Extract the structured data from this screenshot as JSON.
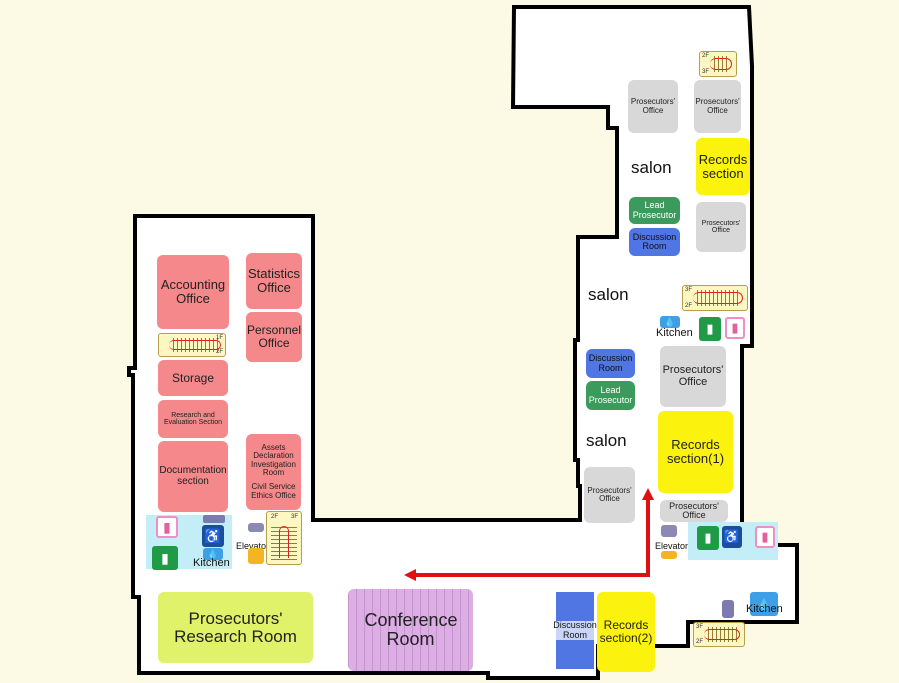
{
  "map": {
    "salon_labels": [
      "salon",
      "salon",
      "salon"
    ],
    "rooms": {
      "accounting": "Accounting Office",
      "statistics": "Statistics Office",
      "personnel": "Personnel Office",
      "storage": "Storage",
      "research_eval": "Research and Evaluation Section",
      "documentation": "Documentation section",
      "assets_decl": "Assets Declaration Investigation Room",
      "civil_service": "Civil Service Ethics Office",
      "pros_research": "Prosecutors' Research Room",
      "conference": "Conference Room",
      "discussion_bottom": "Discussion Room",
      "records_2": "Records section(2)",
      "pros_office_tl": "Prosecutors' Office",
      "pros_office_tr": "Prosecutors' Office",
      "records_top": "Records section",
      "lead_pros_top": "Lead Prosecutor",
      "discussion_top": "Discussion Room",
      "pros_office_right": "Prosecutors' Office",
      "discussion_mid": "Discussion Room",
      "lead_pros_mid": "Lead Prosecutor",
      "pros_office_large": "Prosecutors' Office",
      "records_1": "Records section(1)",
      "pros_office_mid": "Prosecutors' Office",
      "pros_office_small": "Prosecutors' Office"
    },
    "facilities": {
      "kitchen_left": "Kitchen",
      "kitchen_right_upper": "Kitchen",
      "kitchen_right_lower": "Kitchen",
      "elevator_left": "Elevator",
      "elevator_right": "Elevator"
    },
    "stairs": {
      "s1": {
        "a": "1F",
        "b": "2F"
      },
      "s2": {
        "a": "2F",
        "b": "3F"
      },
      "s3": {
        "a": "2F",
        "b": "3F"
      },
      "s4": {
        "a": "3F",
        "b": "2F"
      },
      "s5": {
        "a": "3F",
        "b": "2F"
      }
    },
    "icons": [
      "female-restroom-icon",
      "male-restroom-icon",
      "accessible-restroom-icon",
      "kitchen-water-icon",
      "elevator-icon",
      "route-arrow-icon"
    ],
    "colors": {
      "background": "#fcf9e5",
      "admin_rooms": "#f4888a",
      "prosecutor_offices": "#d8d8d8",
      "records": "#fbf20d",
      "lead_prosecutor": "#3b9b5d",
      "discussion": "#4f76e3",
      "research_room": "#dff26a",
      "conference": "#dcaee4",
      "route": "#e01010"
    }
  }
}
